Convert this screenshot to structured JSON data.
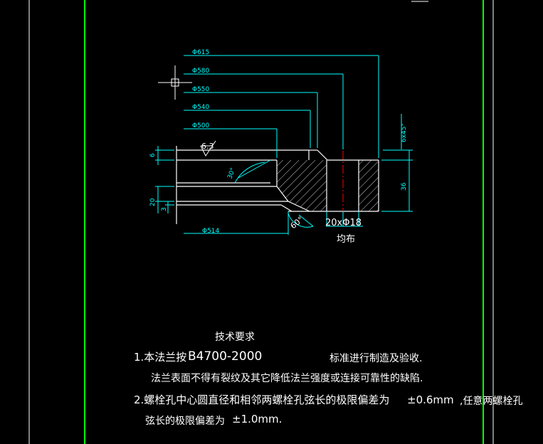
{
  "drawing": {
    "dimensions": {
      "d615": "Φ615",
      "d580": "Φ580",
      "d550": "Φ550",
      "d540": "Φ540",
      "d500": "Φ500",
      "d514": "Φ514",
      "chamfer": "6x45°",
      "h36": "36",
      "v6": "6",
      "v20": "20",
      "v3": "3",
      "angle30": "30°",
      "angle60": "60°",
      "roughness": "6.3",
      "holes": "20xΦ18",
      "holes_note": "均布"
    }
  },
  "notes": {
    "title": "技术要求",
    "line1_prefix": "1.本法兰按",
    "line1_code": "B4700-2000",
    "line1_suffix": "标准进行制造及验收.",
    "line2": "法兰表面不得有裂纹及其它降低法兰强度或连接可靠性的缺陷.",
    "line3_prefix": "2.螺栓孔中心圆直径和相邻两螺栓孔弦长的极限偏差为",
    "line3_value": "±0.6mm",
    "line3_suffix": ",任意两螺栓孔",
    "line4_prefix": "弦长的极限偏差为",
    "line4_value": "±1.0mm."
  },
  "colors": {
    "background": "#000000",
    "border": "#00ff00",
    "outline": "#ffffff",
    "dimension": "#00ffff",
    "hatch": "#ffffff",
    "centerline": "#ff0000",
    "text": "#ffffff"
  }
}
